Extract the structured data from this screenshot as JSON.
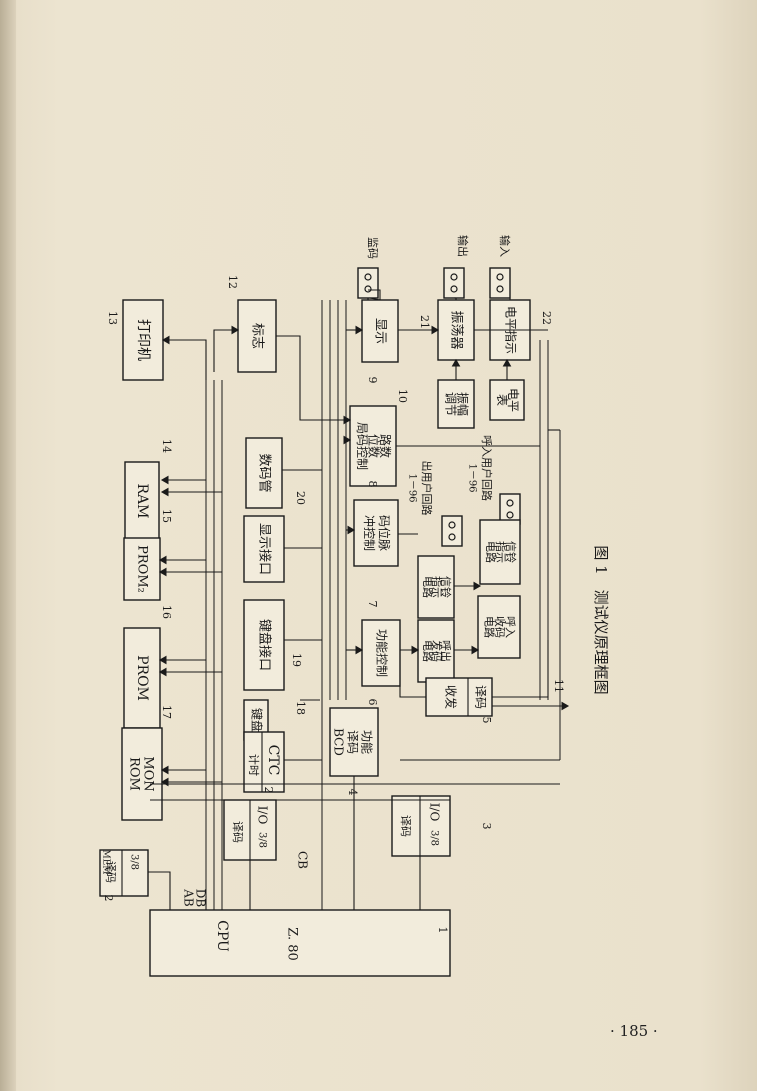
{
  "figure": {
    "caption": "图 1　测试仪原理框图",
    "page_number": "· 185 ·"
  },
  "blocks": {
    "printer": "打印机",
    "flag": "标志",
    "display": "显示",
    "monitor_code": "监码",
    "output": "输出",
    "input": "输入",
    "oscillator": "振荡器",
    "level_indicator": "电平指示",
    "amp_adjust": "振幅调节",
    "level_meter": "电平表",
    "digit_control": "路数位数局码控制",
    "ram": "RAM",
    "digital_tube": "数码管",
    "prom2": "PROM₂",
    "display_interface": "显示接口",
    "pulse_control": "码位脉冲控制",
    "outgoing_loop": "出用户回路",
    "outgoing_loop_range": "1－96",
    "incoming_loop": "呼入用户回路",
    "incoming_loop_range": "1－96",
    "ring_indicator_1": "信铃指示电路",
    "ring_indicator_2": "信铃指示电路",
    "prom": "PROM",
    "keyboard_interface": "键盘接口",
    "function_control": "功能控制",
    "call_send": "呼出发码电路",
    "call_receive": "呼入收码电路",
    "keyboard": "键盘",
    "transceiver": "收发",
    "decode_5": "译码",
    "mon_rom": "MON ROM",
    "ctc": "CTC",
    "timing": "计时",
    "func_decode": "功能译码BCD",
    "io_1": "I/O",
    "io_1_ratio": "3/8",
    "io_1_decode": "译码",
    "io_2": "I/O",
    "io_2_ratio": "3/8",
    "io_2_decode": "译码",
    "mem": "MEM",
    "mem_ratio": "3/8",
    "mem_decode": "译码",
    "cpu": "CPU",
    "z80": "Z. 80"
  },
  "buses": {
    "ab": "AB",
    "db": "DB",
    "cb": "CB"
  },
  "numbers": [
    "1",
    "2",
    "2",
    "3",
    "4",
    "5",
    "6",
    "7",
    "8",
    "9",
    "10",
    "11",
    "12",
    "13",
    "14",
    "15",
    "16",
    "17",
    "18",
    "19",
    "20",
    "21",
    "22"
  ]
}
